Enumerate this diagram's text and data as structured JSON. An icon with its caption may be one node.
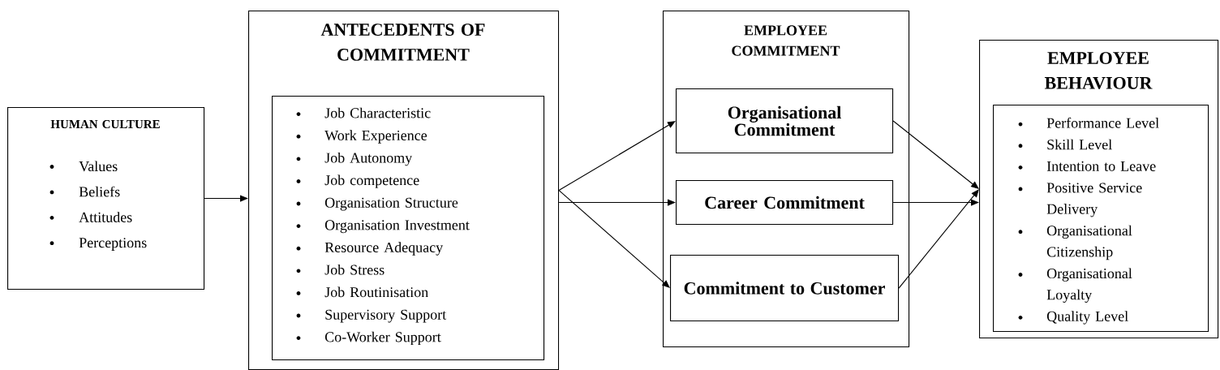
{
  "diagram": {
    "nodes": [
      {
        "text": [
          "HUMAN CULTURE",
          "Values",
          "Beliefs",
          "Attitudes",
          "Perceptions"
        ]
      },
      {
        "text": [
          "ANTECEDENTS OF COMMITMENT"
        ]
      },
      {
        "text": [
          "Job Characteristic",
          "Work Experience",
          "Job Autonomy",
          "Job competence",
          "Organisation Structure",
          "Organisation Investment",
          "Resource Adequacy",
          "Job Stress",
          "Job Routinisation",
          "Supervisory Support",
          "Co-Worker Support"
        ],
        "in": 1
      },
      {
        "text": [
          "EMPLOYEE COMMITMENT"
        ]
      },
      {
        "text": [
          "Organisational Commitment"
        ],
        "in": 3
      },
      {
        "text": [
          "Career Commitment"
        ],
        "in": 3
      },
      {
        "text": [
          "Commitment to Customer"
        ],
        "in": 3
      },
      {
        "text": [
          "EMPLOYEE BEHAVIOUR"
        ]
      },
      {
        "text": [
          "Performance Level",
          "Skill Level",
          "Intention to Leave",
          "Positive Service Delivery",
          "Organisational Citizenship",
          "Organisational Loyalty",
          "Quality Level"
        ],
        "in": 7
      }
    ],
    "edges": [
      {
        "from": 0,
        "to": 1,
        "arrow": "to"
      },
      {
        "from": 1,
        "to": 4,
        "arrow": "to"
      },
      {
        "from": 1,
        "to": 5,
        "arrow": "to"
      },
      {
        "from": 1,
        "to": 6,
        "arrow": "to"
      },
      {
        "from": 4,
        "to": 7,
        "arrow": "to"
      },
      {
        "from": 5,
        "to": 7,
        "arrow": "to"
      },
      {
        "from": 6,
        "to": 7,
        "arrow": "to"
      }
    ]
  }
}
